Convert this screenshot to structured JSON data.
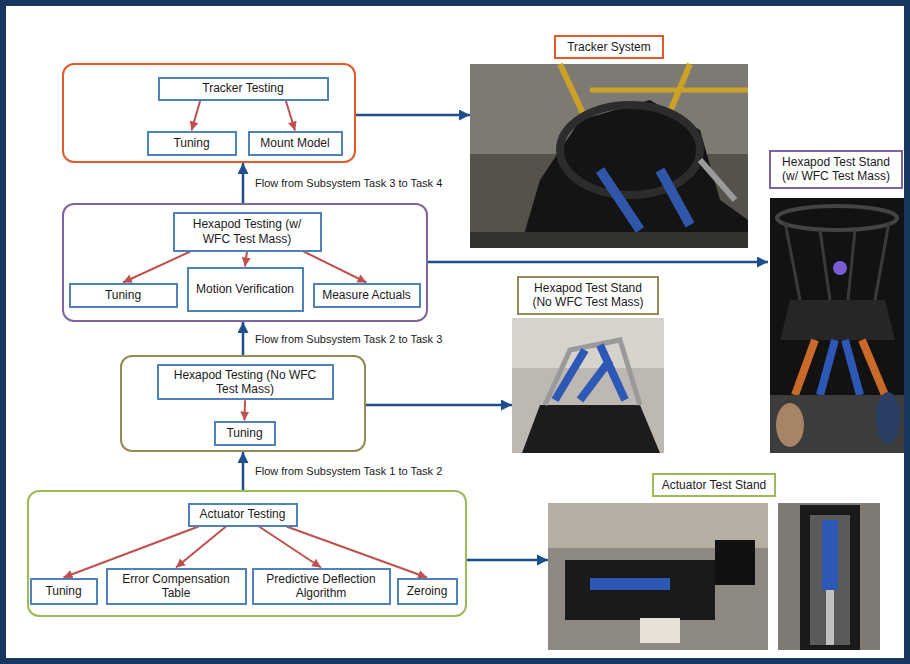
{
  "diagram": {
    "nodes": [
      {
        "text": []
      },
      {
        "text": [
          "Tracker Testing"
        ],
        "in": 0
      },
      {
        "text": [
          "Tuning"
        ],
        "in": 0
      },
      {
        "text": [
          "Mount Model"
        ],
        "in": 0
      },
      {
        "text": [
          "Tracker System"
        ]
      },
      {
        "text": []
      },
      {
        "text": [
          "Hexapod Testing (w/ WFC Test Mass)"
        ],
        "in": 5
      },
      {
        "text": [
          "Tuning"
        ],
        "in": 5
      },
      {
        "text": [
          "Motion Verification"
        ],
        "in": 5
      },
      {
        "text": [
          "Measure Actuals"
        ],
        "in": 5
      },
      {
        "text": [
          "Hexapod Test Stand (w/ WFC Test Mass)"
        ]
      },
      {
        "text": []
      },
      {
        "text": [
          "Hexapod Testing (No WFC Test Mass)"
        ],
        "in": 11
      },
      {
        "text": [
          "Tuning"
        ],
        "in": 11
      },
      {
        "text": [
          "Hexapod Test Stand (No WFC Test Mass)"
        ]
      },
      {
        "text": []
      },
      {
        "text": [
          "Actuator Testing"
        ],
        "in": 15
      },
      {
        "text": [
          "Tuning"
        ],
        "in": 15
      },
      {
        "text": [
          "Error Compensation Table"
        ],
        "in": 15
      },
      {
        "text": [
          "Predictive Deflection Algorithm"
        ],
        "in": 15
      },
      {
        "text": [
          "Zeroing"
        ],
        "in": 15
      },
      {
        "text": [
          "Actuator Test Stand"
        ]
      }
    ],
    "edges": [
      {
        "from": 1,
        "to": 2,
        "arrow": "to"
      },
      {
        "from": 1,
        "to": 3,
        "arrow": "to"
      },
      {
        "from": 0,
        "to": 4,
        "arrow": "to"
      },
      {
        "from": 5,
        "to": 0,
        "label": "Flow from Subsystem Task 3 to Task 4",
        "arrow": "to"
      },
      {
        "from": 6,
        "to": 7,
        "arrow": "to"
      },
      {
        "from": 6,
        "to": 8,
        "arrow": "to"
      },
      {
        "from": 6,
        "to": 9,
        "arrow": "to"
      },
      {
        "from": 5,
        "to": 10,
        "arrow": "to"
      },
      {
        "from": 11,
        "to": 5,
        "label": "Flow from Subsystem Task 2 to Task 3",
        "arrow": "to"
      },
      {
        "from": 12,
        "to": 13,
        "arrow": "to"
      },
      {
        "from": 11,
        "to": 14,
        "arrow": "to"
      },
      {
        "from": 15,
        "to": 11,
        "label": "Flow from Subsystem Task 1 to Task 2",
        "arrow": "to"
      },
      {
        "from": 16,
        "to": 17,
        "arrow": "to"
      },
      {
        "from": 16,
        "to": 18,
        "arrow": "to"
      },
      {
        "from": 16,
        "to": 19,
        "arrow": "to"
      },
      {
        "from": 16,
        "to": 20,
        "arrow": "to"
      },
      {
        "from": 15,
        "to": 21,
        "arrow": "to"
      }
    ]
  }
}
